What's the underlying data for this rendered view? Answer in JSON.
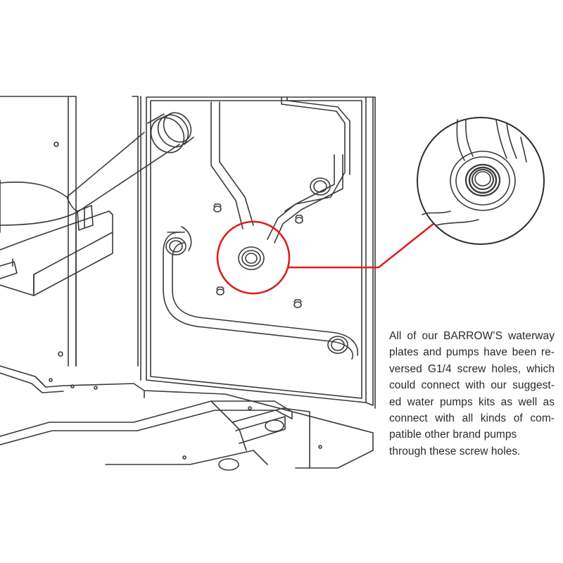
{
  "caption": {
    "lines": [
      "All of our BARROW’S waterway",
      "plates and pumps have been  re-",
      "versed G1/4 screw holes, which",
      "could connect with our suggest-",
      "ed water pumps kits as well as",
      "connect with all kinds of com-",
      "patible other brand pumps",
      "through these screw holes."
    ]
  },
  "colors": {
    "line_art": "#3a3a3a",
    "highlight": "#d9201f",
    "background": "#ffffff"
  },
  "icons": {
    "detail_callout": "magnified-screw-hole",
    "highlight_marker": "red-circle"
  }
}
